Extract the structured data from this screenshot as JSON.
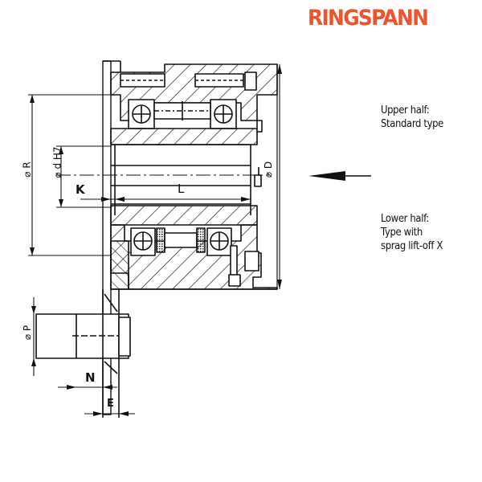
{
  "brand": {
    "logo_text": "RINGSPANN",
    "color": "#ea5530"
  },
  "notes": {
    "upper": {
      "line1": "Upper half:",
      "line2": "Standard type"
    },
    "lower": {
      "line1": "Lower half:",
      "line2": "Type with",
      "line3": "sprag lift-off X"
    }
  },
  "dimensions": {
    "K": "K",
    "L": "L",
    "R": "⌀ R",
    "d": "⌀ d H7",
    "D": "⌀ D",
    "P": "⌀ P",
    "N": "N",
    "E": "E"
  },
  "annotations": {
    "direction_arrow": "arrow-pointing-left"
  },
  "colors": {
    "line": "#111111",
    "background": "#ffffff",
    "accent": "#ea5530"
  }
}
